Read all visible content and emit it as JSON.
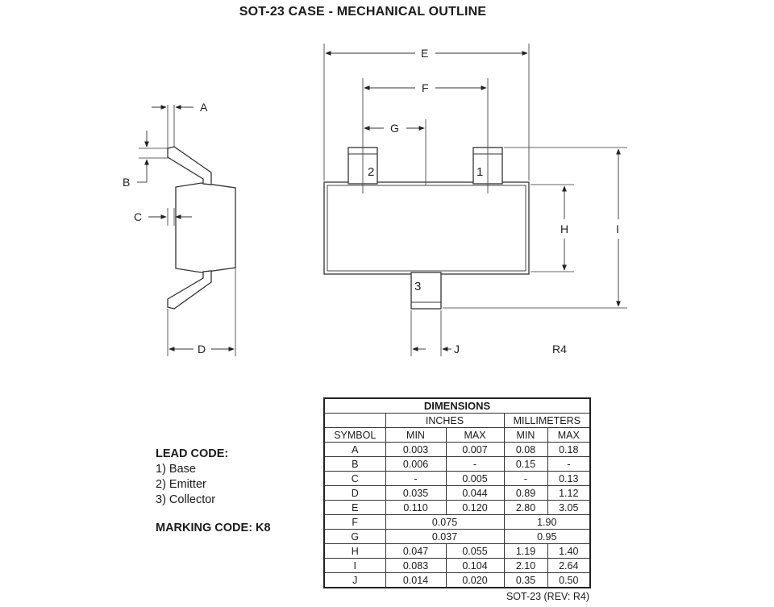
{
  "title": "SOT-23 CASE - MECHANICAL OUTLINE",
  "drawing": {
    "labels": {
      "A": "A",
      "B": "B",
      "C": "C",
      "D": "D",
      "E": "E",
      "F": "F",
      "G": "G",
      "H": "H",
      "I": "I",
      "J": "J"
    },
    "pins": [
      "1",
      "2",
      "3"
    ],
    "revision_label": "R4"
  },
  "lead_code": {
    "heading": "LEAD CODE:",
    "items": [
      "1) Base",
      "2) Emitter",
      "3) Collector"
    ]
  },
  "marking_code": "MARKING CODE: K8",
  "table": {
    "title": "DIMENSIONS",
    "group_inches": "INCHES",
    "group_mm": "MILLIMETERS",
    "col_symbol": "SYMBOL",
    "col_min": "MIN",
    "col_max": "MAX",
    "rows": [
      {
        "symbol": "A",
        "in_min": "0.003",
        "in_max": "0.007",
        "mm_min": "0.08",
        "mm_max": "0.18"
      },
      {
        "symbol": "B",
        "in_min": "0.006",
        "in_max": "-",
        "mm_min": "0.15",
        "mm_max": "-"
      },
      {
        "symbol": "C",
        "in_min": "-",
        "in_max": "0.005",
        "mm_min": "-",
        "mm_max": "0.13"
      },
      {
        "symbol": "D",
        "in_min": "0.035",
        "in_max": "0.044",
        "mm_min": "0.89",
        "mm_max": "1.12"
      },
      {
        "symbol": "E",
        "in_min": "0.110",
        "in_max": "0.120",
        "mm_min": "2.80",
        "mm_max": "3.05"
      },
      {
        "symbol": "F",
        "in_nom": "0.075",
        "mm_nom": "1.90"
      },
      {
        "symbol": "G",
        "in_nom": "0.037",
        "mm_nom": "0.95"
      },
      {
        "symbol": "H",
        "in_min": "0.047",
        "in_max": "0.055",
        "mm_min": "1.19",
        "mm_max": "1.40"
      },
      {
        "symbol": "I",
        "in_min": "0.083",
        "in_max": "0.104",
        "mm_min": "2.10",
        "mm_max": "2.64"
      },
      {
        "symbol": "J",
        "in_min": "0.014",
        "in_max": "0.020",
        "mm_min": "0.35",
        "mm_max": "0.50"
      }
    ]
  },
  "footer_rev": "SOT-23 (REV: R4)"
}
